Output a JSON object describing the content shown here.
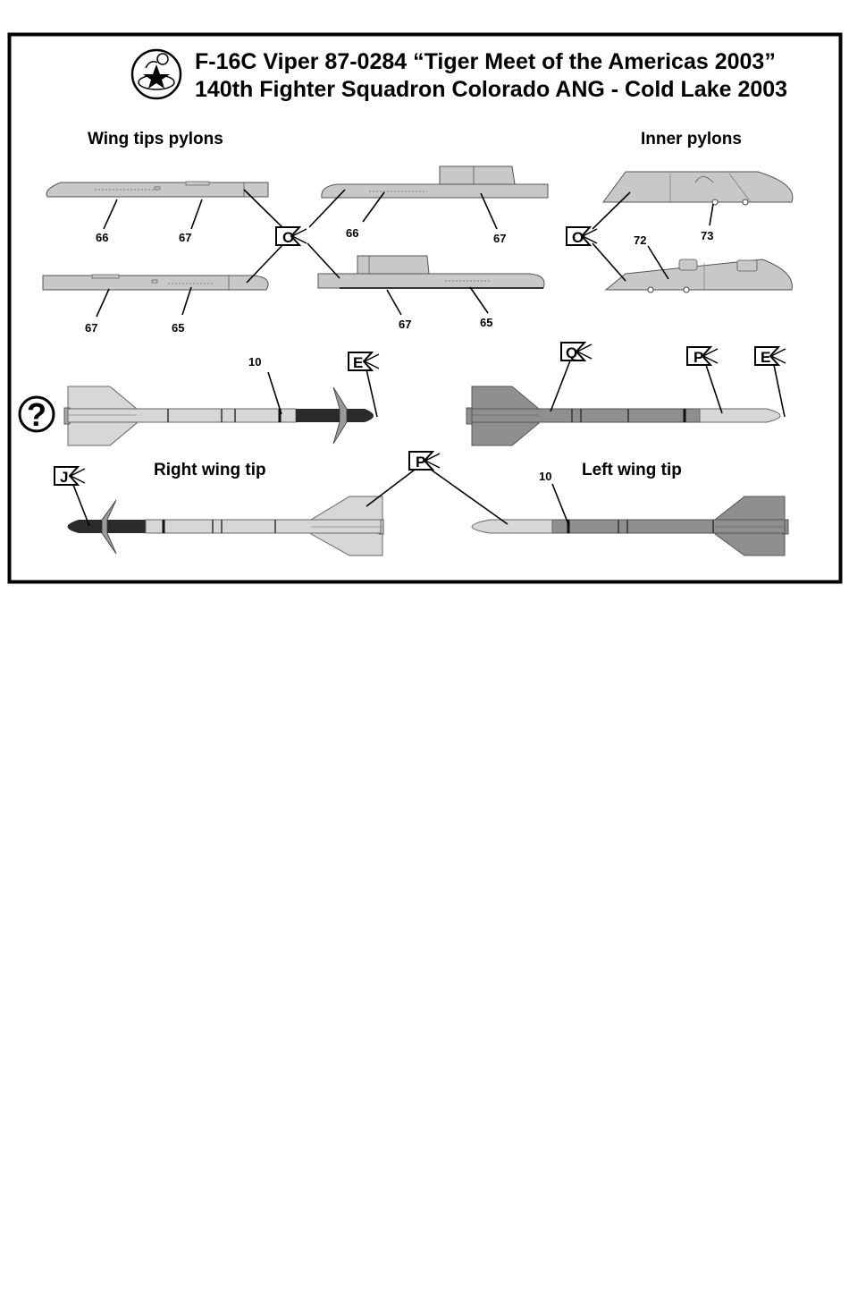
{
  "title": {
    "line1": "F-16C Viper 87-0284 “Tiger Meet of the Americas 2003”",
    "line2": "140th Fighter Squadron Colorado ANG - Cold Lake 2003"
  },
  "sections": {
    "wing_tips_pylons": "Wing tips pylons",
    "inner_pylons": "Inner pylons",
    "right_wing_tip": "Right wing tip",
    "left_wing_tip": "Left wing tip"
  },
  "callouts": {
    "n66a": "66",
    "n67a": "67",
    "n66b": "66",
    "n67b": "67",
    "n67c": "67",
    "n65a": "65",
    "n67d": "67",
    "n65b": "65",
    "n72": "72",
    "n73": "73",
    "n10a": "10",
    "n10b": "10"
  },
  "flags": {
    "o_left": "O",
    "o_right": "O",
    "e_left": "E",
    "q": "Q",
    "p_top": "P",
    "e_right": "E",
    "j": "J",
    "p_bottom": "P"
  },
  "help_symbol": "?",
  "icons": [
    "tiger-squadron-emblem",
    "question-circle-icon"
  ],
  "colors": {
    "frame": "#000000",
    "pylon_grey": "#c8c8c8",
    "light_grey": "#d7d7d7",
    "mid_grey": "#8f8f8f",
    "dark": "#2a2a2a"
  }
}
